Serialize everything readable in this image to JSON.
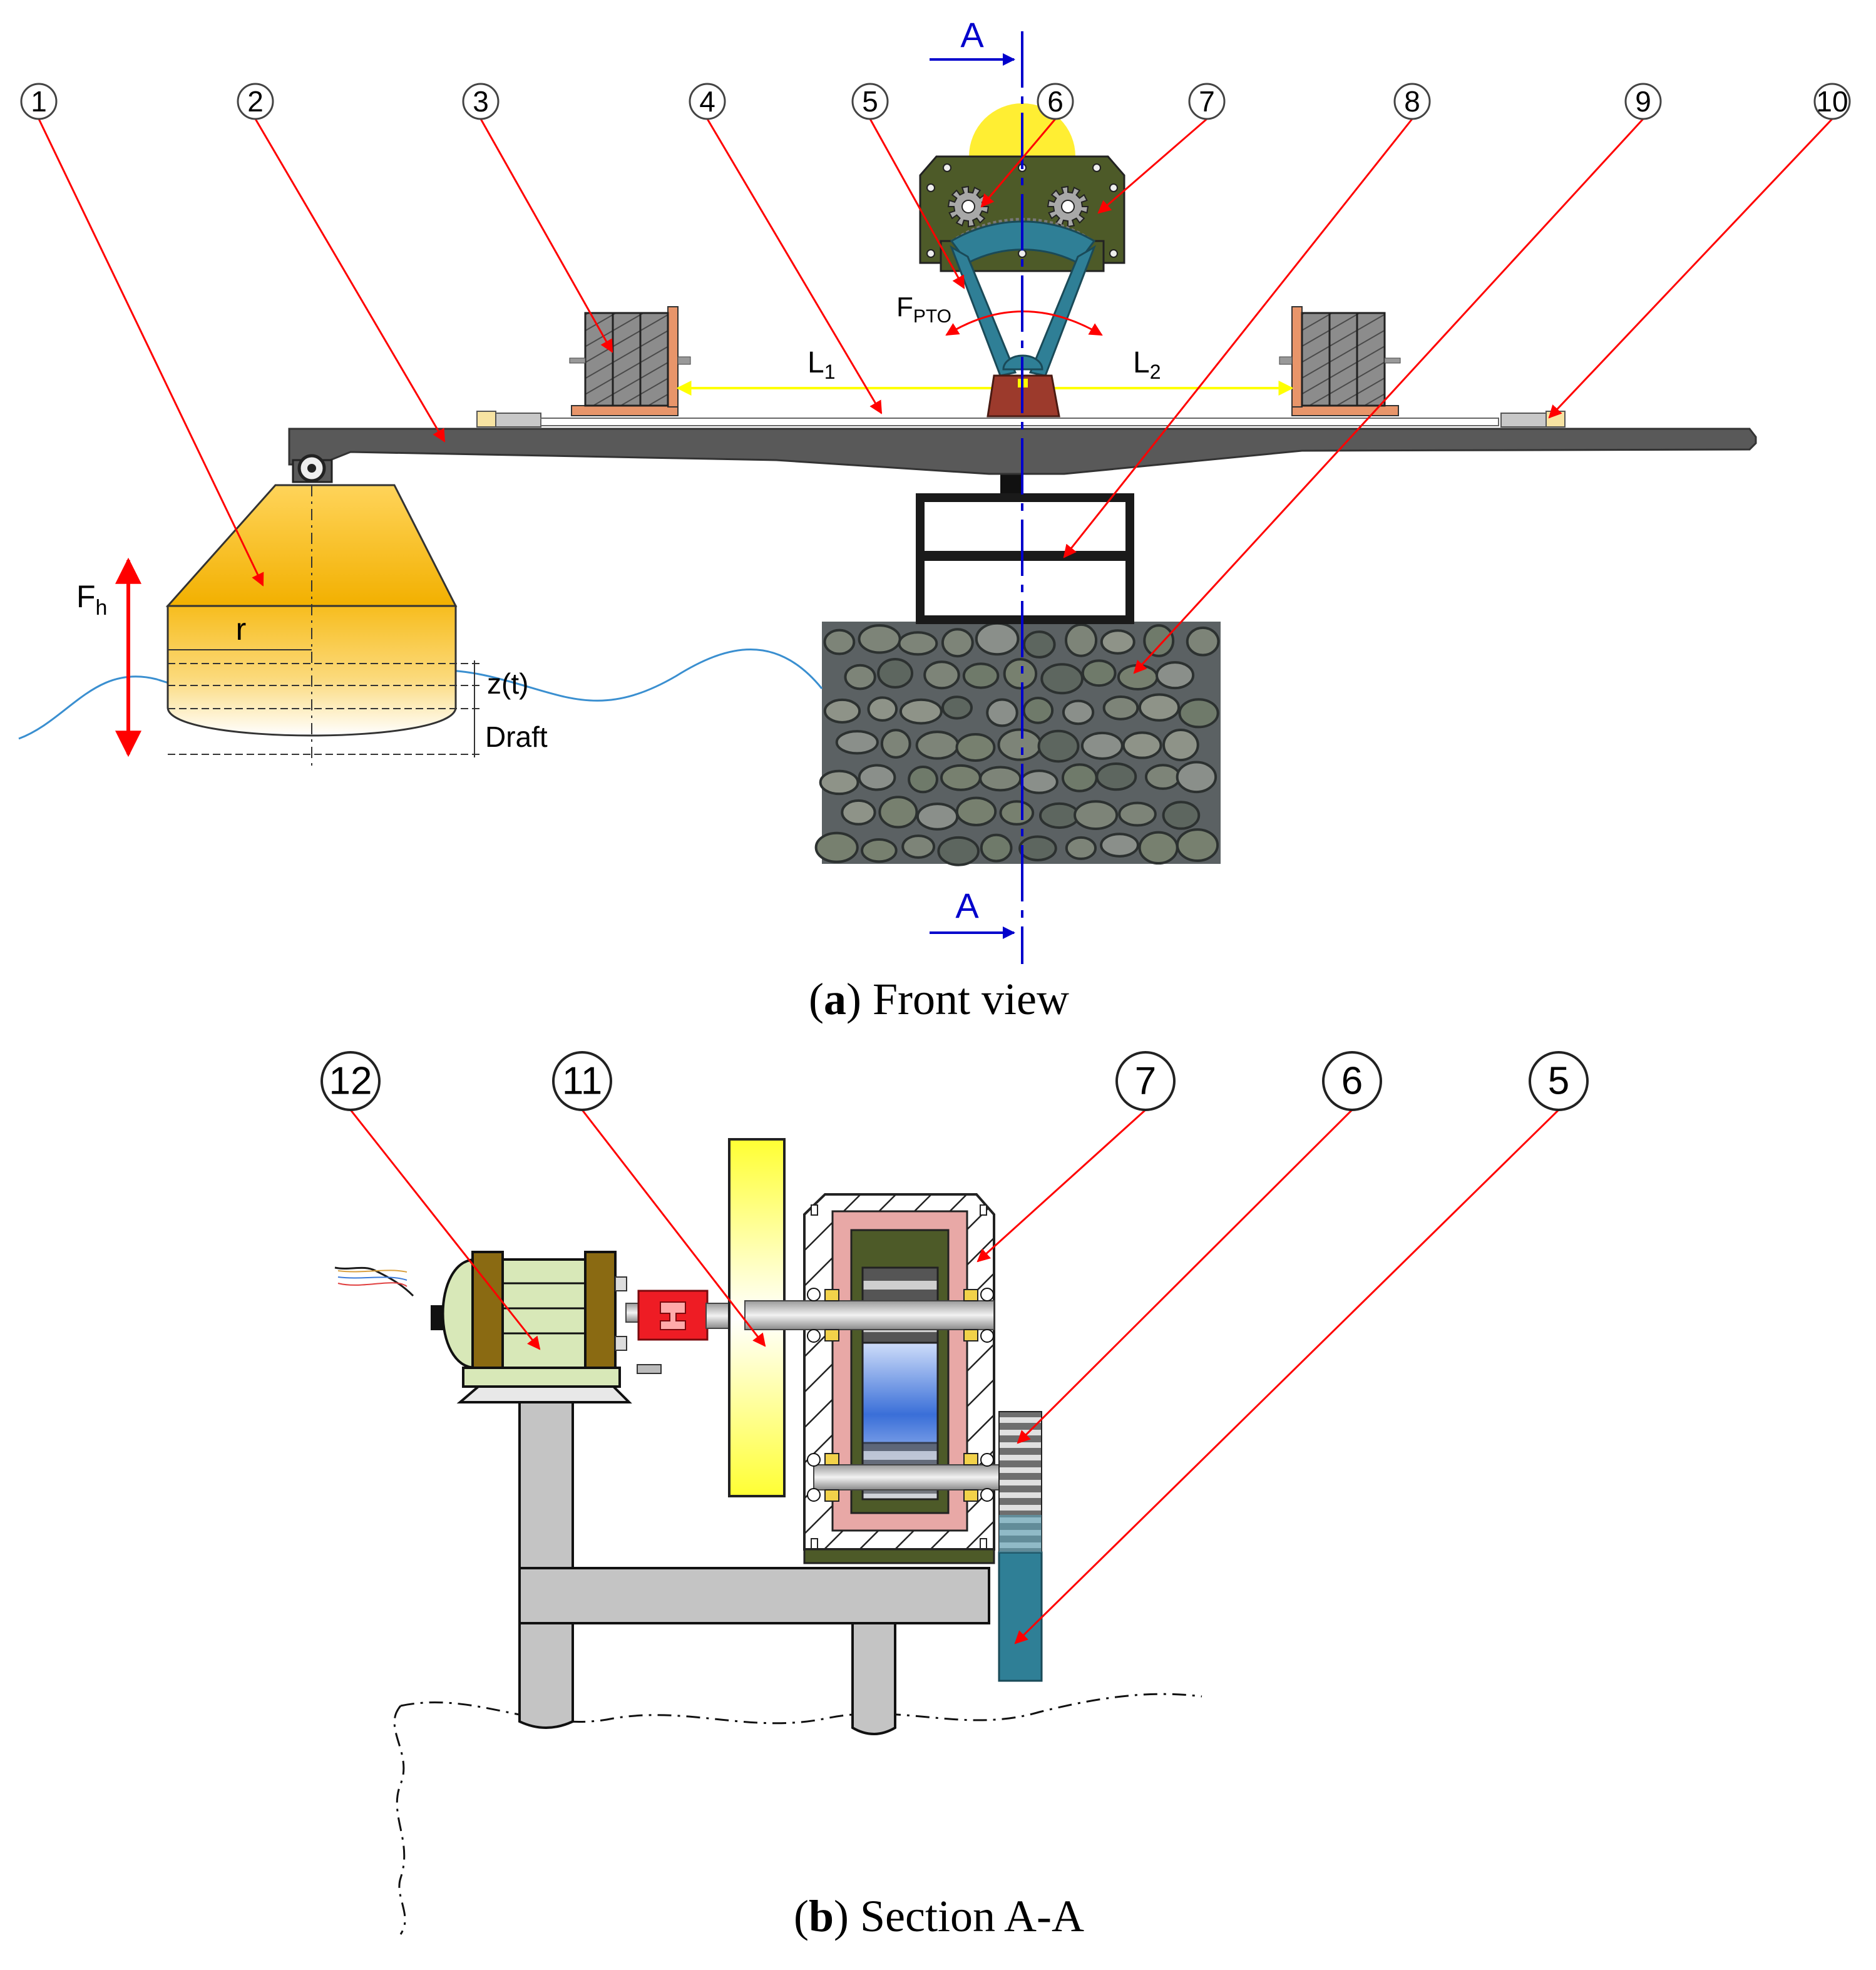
{
  "front_view": {
    "caption_letter": "a",
    "caption_text": " Front view",
    "section_marker": "A",
    "callouts": [
      "1",
      "2",
      "3",
      "4",
      "5",
      "6",
      "7",
      "8",
      "9",
      "10"
    ],
    "labels": {
      "f_h_base": "F",
      "f_h_sub": "h",
      "r": "r",
      "z_t": "z(t)",
      "draft": "Draft",
      "l1_base": "L",
      "l1_sub": "1",
      "l2_base": "L",
      "l2_sub": "2",
      "fpto_base": "F",
      "fpto_sub": "PTO"
    }
  },
  "section_view": {
    "caption_letter": "b",
    "caption_text": " Section A-A",
    "callouts": [
      "12",
      "11",
      "7",
      "6",
      "5"
    ]
  },
  "colors": {
    "leader": "#ff0000",
    "section_line": "#0000cc",
    "lever_arm": "#595959",
    "float": "#f5b800",
    "gearbox": "#4d5a28",
    "teal": "#2f7f96",
    "yellow_line": "#ffff00",
    "counterweight_plate": "#e8956a",
    "water": "#3a8fd0"
  },
  "icons": [
    "gear-icon",
    "rock-foundation"
  ]
}
